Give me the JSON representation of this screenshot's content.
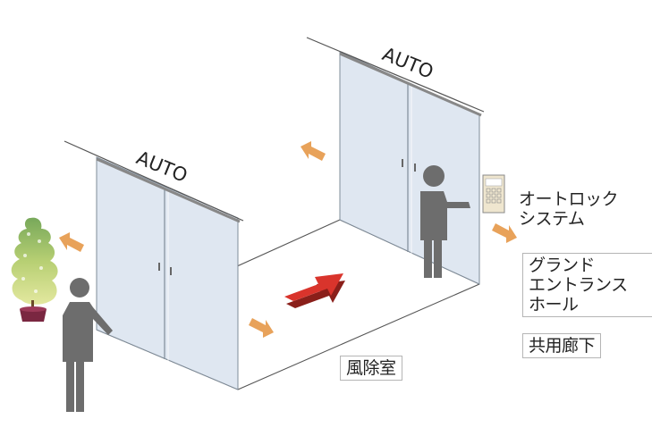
{
  "door_labels": {
    "left": "AUTO",
    "right": "AUTO"
  },
  "rooms": {
    "wind_room": "風除室",
    "grand_hall": [
      "グランド",
      "エントランス",
      "ホール"
    ],
    "corridor": "共用廊下"
  },
  "autolock": [
    "オートロック",
    "システム"
  ],
  "colors": {
    "glass": "#dfe7f1",
    "glass_edge": "#7f8c99",
    "person": "#6d6d6d",
    "arrow_orange": "#e8a25a",
    "main_arrow": "#d9342c",
    "plant_light": "#d8e39a",
    "plant_dark": "#7fae5a",
    "pot": "#7a2741",
    "panel": "#efe6cf"
  }
}
